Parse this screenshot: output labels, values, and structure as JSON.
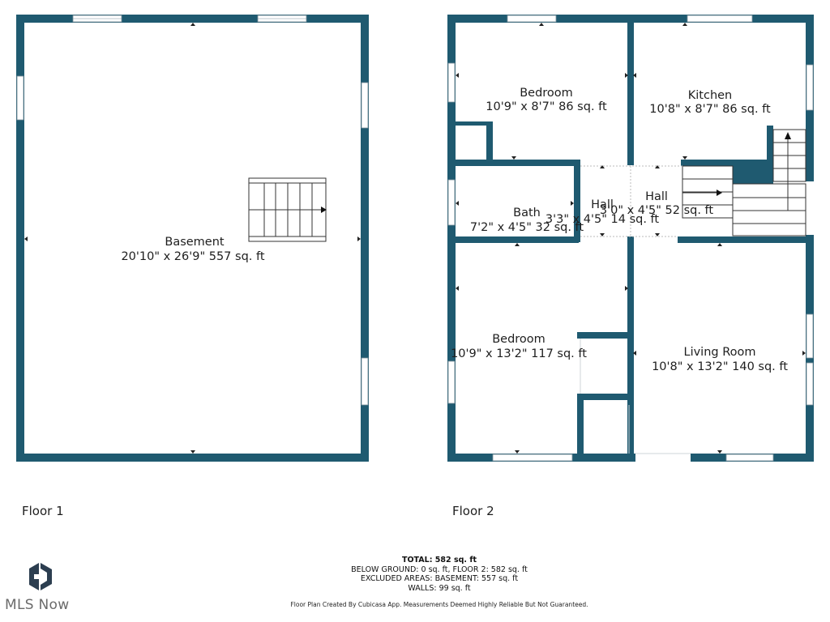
{
  "floors": [
    {
      "label": "Floor 1"
    },
    {
      "label": "Floor 2"
    }
  ],
  "rooms": [
    {
      "name": "Basement",
      "dims": "20'10\" x 26'9\" 557 sq. ft"
    },
    {
      "name": "Bedroom",
      "dims": "10'9\" x 8'7\" 86 sq. ft"
    },
    {
      "name": "Kitchen",
      "dims": "10'8\" x 8'7\" 86 sq. ft"
    },
    {
      "name": "Bath",
      "dims": "7'2\" x 4'5\" 32 sq. ft"
    },
    {
      "name": "Hall",
      "dims": "3'3\" x 4'5\" 14 sq. ft"
    },
    {
      "name": "Hall",
      "dims": "3'0\" x 4'5\" 52 sq. ft"
    },
    {
      "name": "Bedroom",
      "dims": "10'9\" x 13'2\" 117 sq. ft"
    },
    {
      "name": "Living Room",
      "dims": "10'8\" x 13'2\" 140 sq. ft"
    }
  ],
  "totals": {
    "total": "TOTAL: 582 sq. ft",
    "below_ground": "BELOW GROUND: 0 sq. ft, FLOOR 2: 582 sq. ft",
    "excluded": "EXCLUDED AREAS: BASEMENT: 557 sq. ft",
    "walls": "WALLS: 99 sq. ft"
  },
  "disclaimer": "Floor Plan Created By Cubicasa App. Measurements Deemed Highly Reliable But Not Guaranteed.",
  "brand": {
    "text": "MLS Now",
    "icon": "mls-now-logo-icon"
  },
  "colors": {
    "wall": "#1f5a70",
    "brand_icon": "#2c3e50",
    "brand_text": "#6b6b6b"
  }
}
